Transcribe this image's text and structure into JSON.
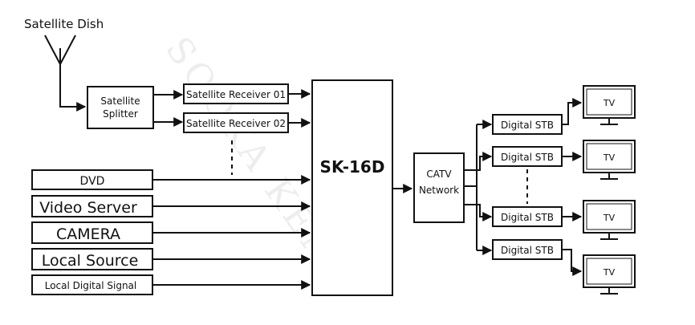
{
  "diagram": {
    "antenna_label": "Satellite Dish",
    "splitter": {
      "line1": "Satellite",
      "line2": "Splitter"
    },
    "receivers": [
      "Satellite Receiver 01",
      "Satellite Receiver 02"
    ],
    "sources": [
      "DVD",
      "Video Server",
      "CAMERA",
      "Local Source",
      "Local Digital Signal"
    ],
    "main_unit": "SK-16D",
    "catv": {
      "line1": "CATV",
      "line2": "Network"
    },
    "stbs": [
      "Digital STB",
      "Digital STB",
      "Digital STB",
      "Digital STB"
    ],
    "tvs": [
      "TV",
      "TV",
      "TV",
      "TV"
    ],
    "watermark": "SOOKA KEN"
  }
}
